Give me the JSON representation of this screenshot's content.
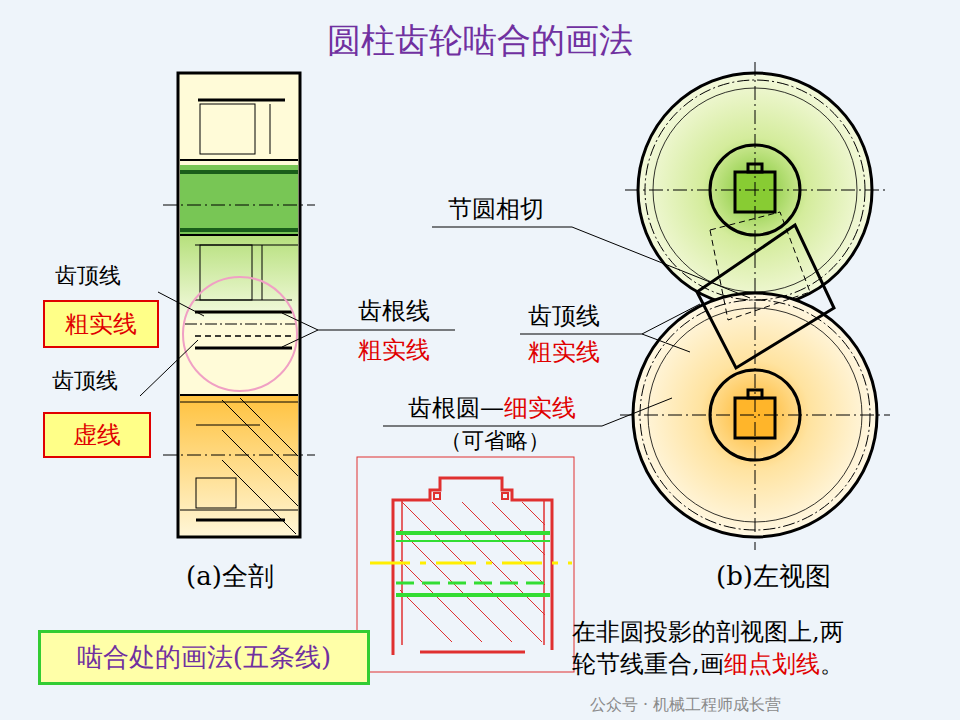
{
  "diagram": {
    "title": "圆柱齿轮啮合的画法",
    "nodes": [
      {
        "text": [
          "粗实线"
        ]
      },
      {
        "text": [
          "虚线"
        ]
      },
      {
        "text": [
          "啮合处的画法(五条线)"
        ]
      }
    ],
    "labels": [
      "齿顶线",
      "齿顶线",
      "齿根线",
      "粗实线",
      "节圆相切",
      "齿顶线",
      "粗实线",
      "齿根圆—",
      "细实线",
      "（可省略）",
      "(a)全剖",
      "(b)左视图",
      "在非圆投影的剖视图上,两轮节线重合,画",
      "细点划线",
      "。",
      "公众号 · 机械工程师成长营"
    ]
  }
}
